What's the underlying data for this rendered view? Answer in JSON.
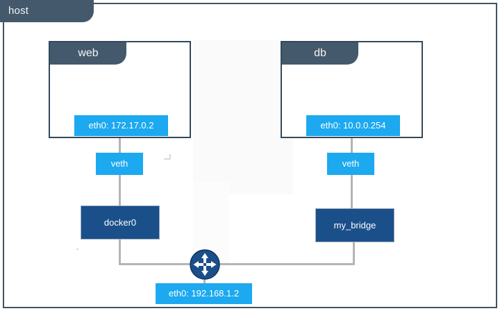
{
  "diagram": {
    "title": "host",
    "type": "network-topology",
    "colors": {
      "frame_border": "#3c5465",
      "header_slate": "#44596b",
      "interface_chip": "#1CA9F0",
      "bridge_fill": "#1a4f8a",
      "wire": "#b4b4b4",
      "router_fill": "#1a4f8a",
      "canvas_background": "#ffffff"
    },
    "host": {
      "label": "host"
    },
    "containers": [
      {
        "name": "web",
        "interface": {
          "label": "eth0: 172.17.0.2",
          "device": "eth0",
          "address": "172.17.0.2"
        },
        "veth": {
          "label": "veth"
        },
        "bridge": {
          "label": "docker0"
        }
      },
      {
        "name": "db",
        "interface": {
          "label": "eth0: 10.0.0.254",
          "device": "eth0",
          "address": "10.0.0.254"
        },
        "veth": {
          "label": "veth"
        },
        "bridge": {
          "label": "my_bridge"
        }
      }
    ],
    "bridges": [
      {
        "id": "docker0",
        "label": "docker0"
      },
      {
        "id": "my_bridge",
        "label": "my_bridge"
      }
    ],
    "router": {
      "icon": "router-icon",
      "label": ""
    },
    "host_interface": {
      "label": "eth0: 192.168.1.2",
      "device": "eth0",
      "address": "192.168.1.2"
    }
  }
}
